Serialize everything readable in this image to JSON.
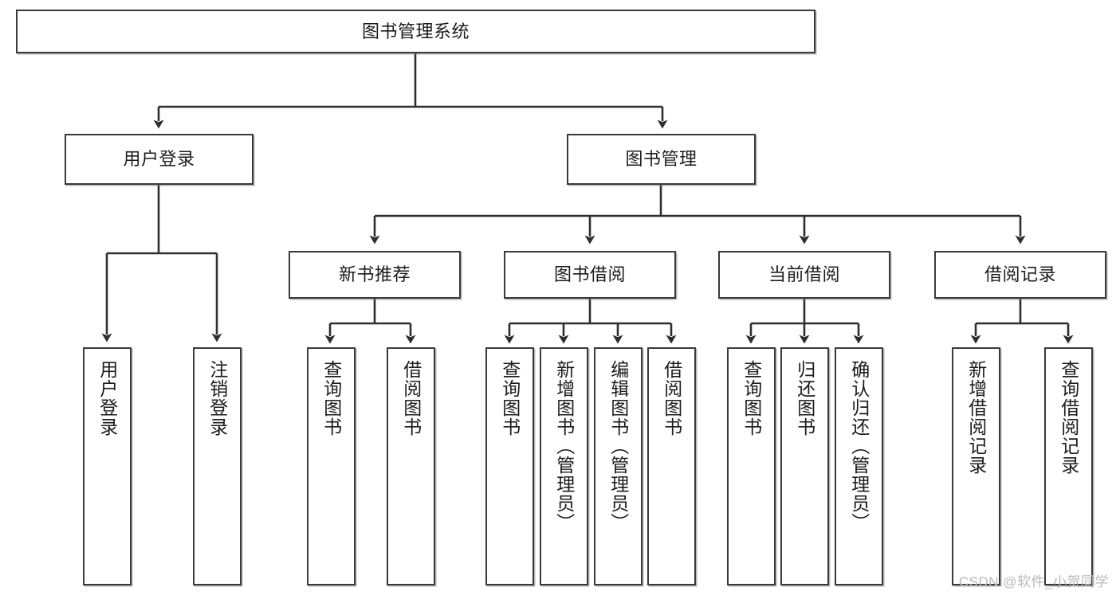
{
  "diagram": {
    "title": "图书管理系统",
    "type": "tree-hierarchy",
    "root": {
      "label": "图书管理系统"
    },
    "level2": [
      {
        "label": "用户登录"
      },
      {
        "label": "图书管理"
      }
    ],
    "level3": [
      {
        "label": "新书推荐"
      },
      {
        "label": "图书借阅"
      },
      {
        "label": "当前借阅"
      },
      {
        "label": "借阅记录"
      }
    ],
    "leaves": {
      "user_login": [
        {
          "label": "用户登录"
        },
        {
          "label": "注销登录"
        }
      ],
      "new_book_recommend": [
        {
          "label": "查询图书"
        },
        {
          "label": "借阅图书"
        }
      ],
      "book_borrow": [
        {
          "label": "查询图书"
        },
        {
          "label": "新增图书（管理员）"
        },
        {
          "label": "编辑图书（管理员）"
        },
        {
          "label": "借阅图书"
        }
      ],
      "current_borrow": [
        {
          "label": "查询图书"
        },
        {
          "label": "归还图书"
        },
        {
          "label": "确认归还（管理员）"
        }
      ],
      "borrow_record": [
        {
          "label": "新增借阅记录"
        },
        {
          "label": "查询借阅记录"
        }
      ]
    }
  },
  "watermark": {
    "text": "CSDN @软件_小贺同学"
  },
  "colors": {
    "border": "#3a3a3a",
    "wire": "#2e2e2e",
    "background": "#ffffff",
    "text": "#1c1c1c",
    "watermark": "#b9b9b9"
  }
}
